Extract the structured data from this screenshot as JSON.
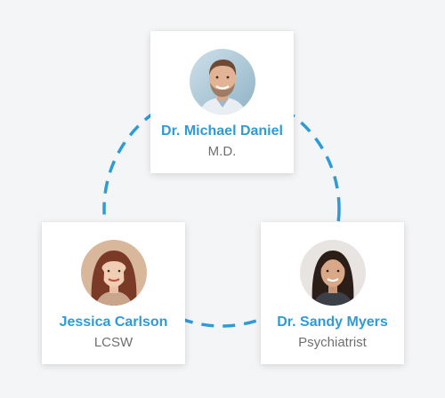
{
  "colors": {
    "accent": "#2f9bd6",
    "background": "#f4f5f7",
    "card": "#ffffff",
    "role_text": "#6f6f6f"
  },
  "team": [
    {
      "id": "top",
      "name": "Dr. Michael Daniel",
      "role": "M.D."
    },
    {
      "id": "left",
      "name": "Jessica Carlson",
      "role": "LCSW"
    },
    {
      "id": "right",
      "name": "Dr. Sandy Myers",
      "role": "Psychiatrist"
    }
  ]
}
